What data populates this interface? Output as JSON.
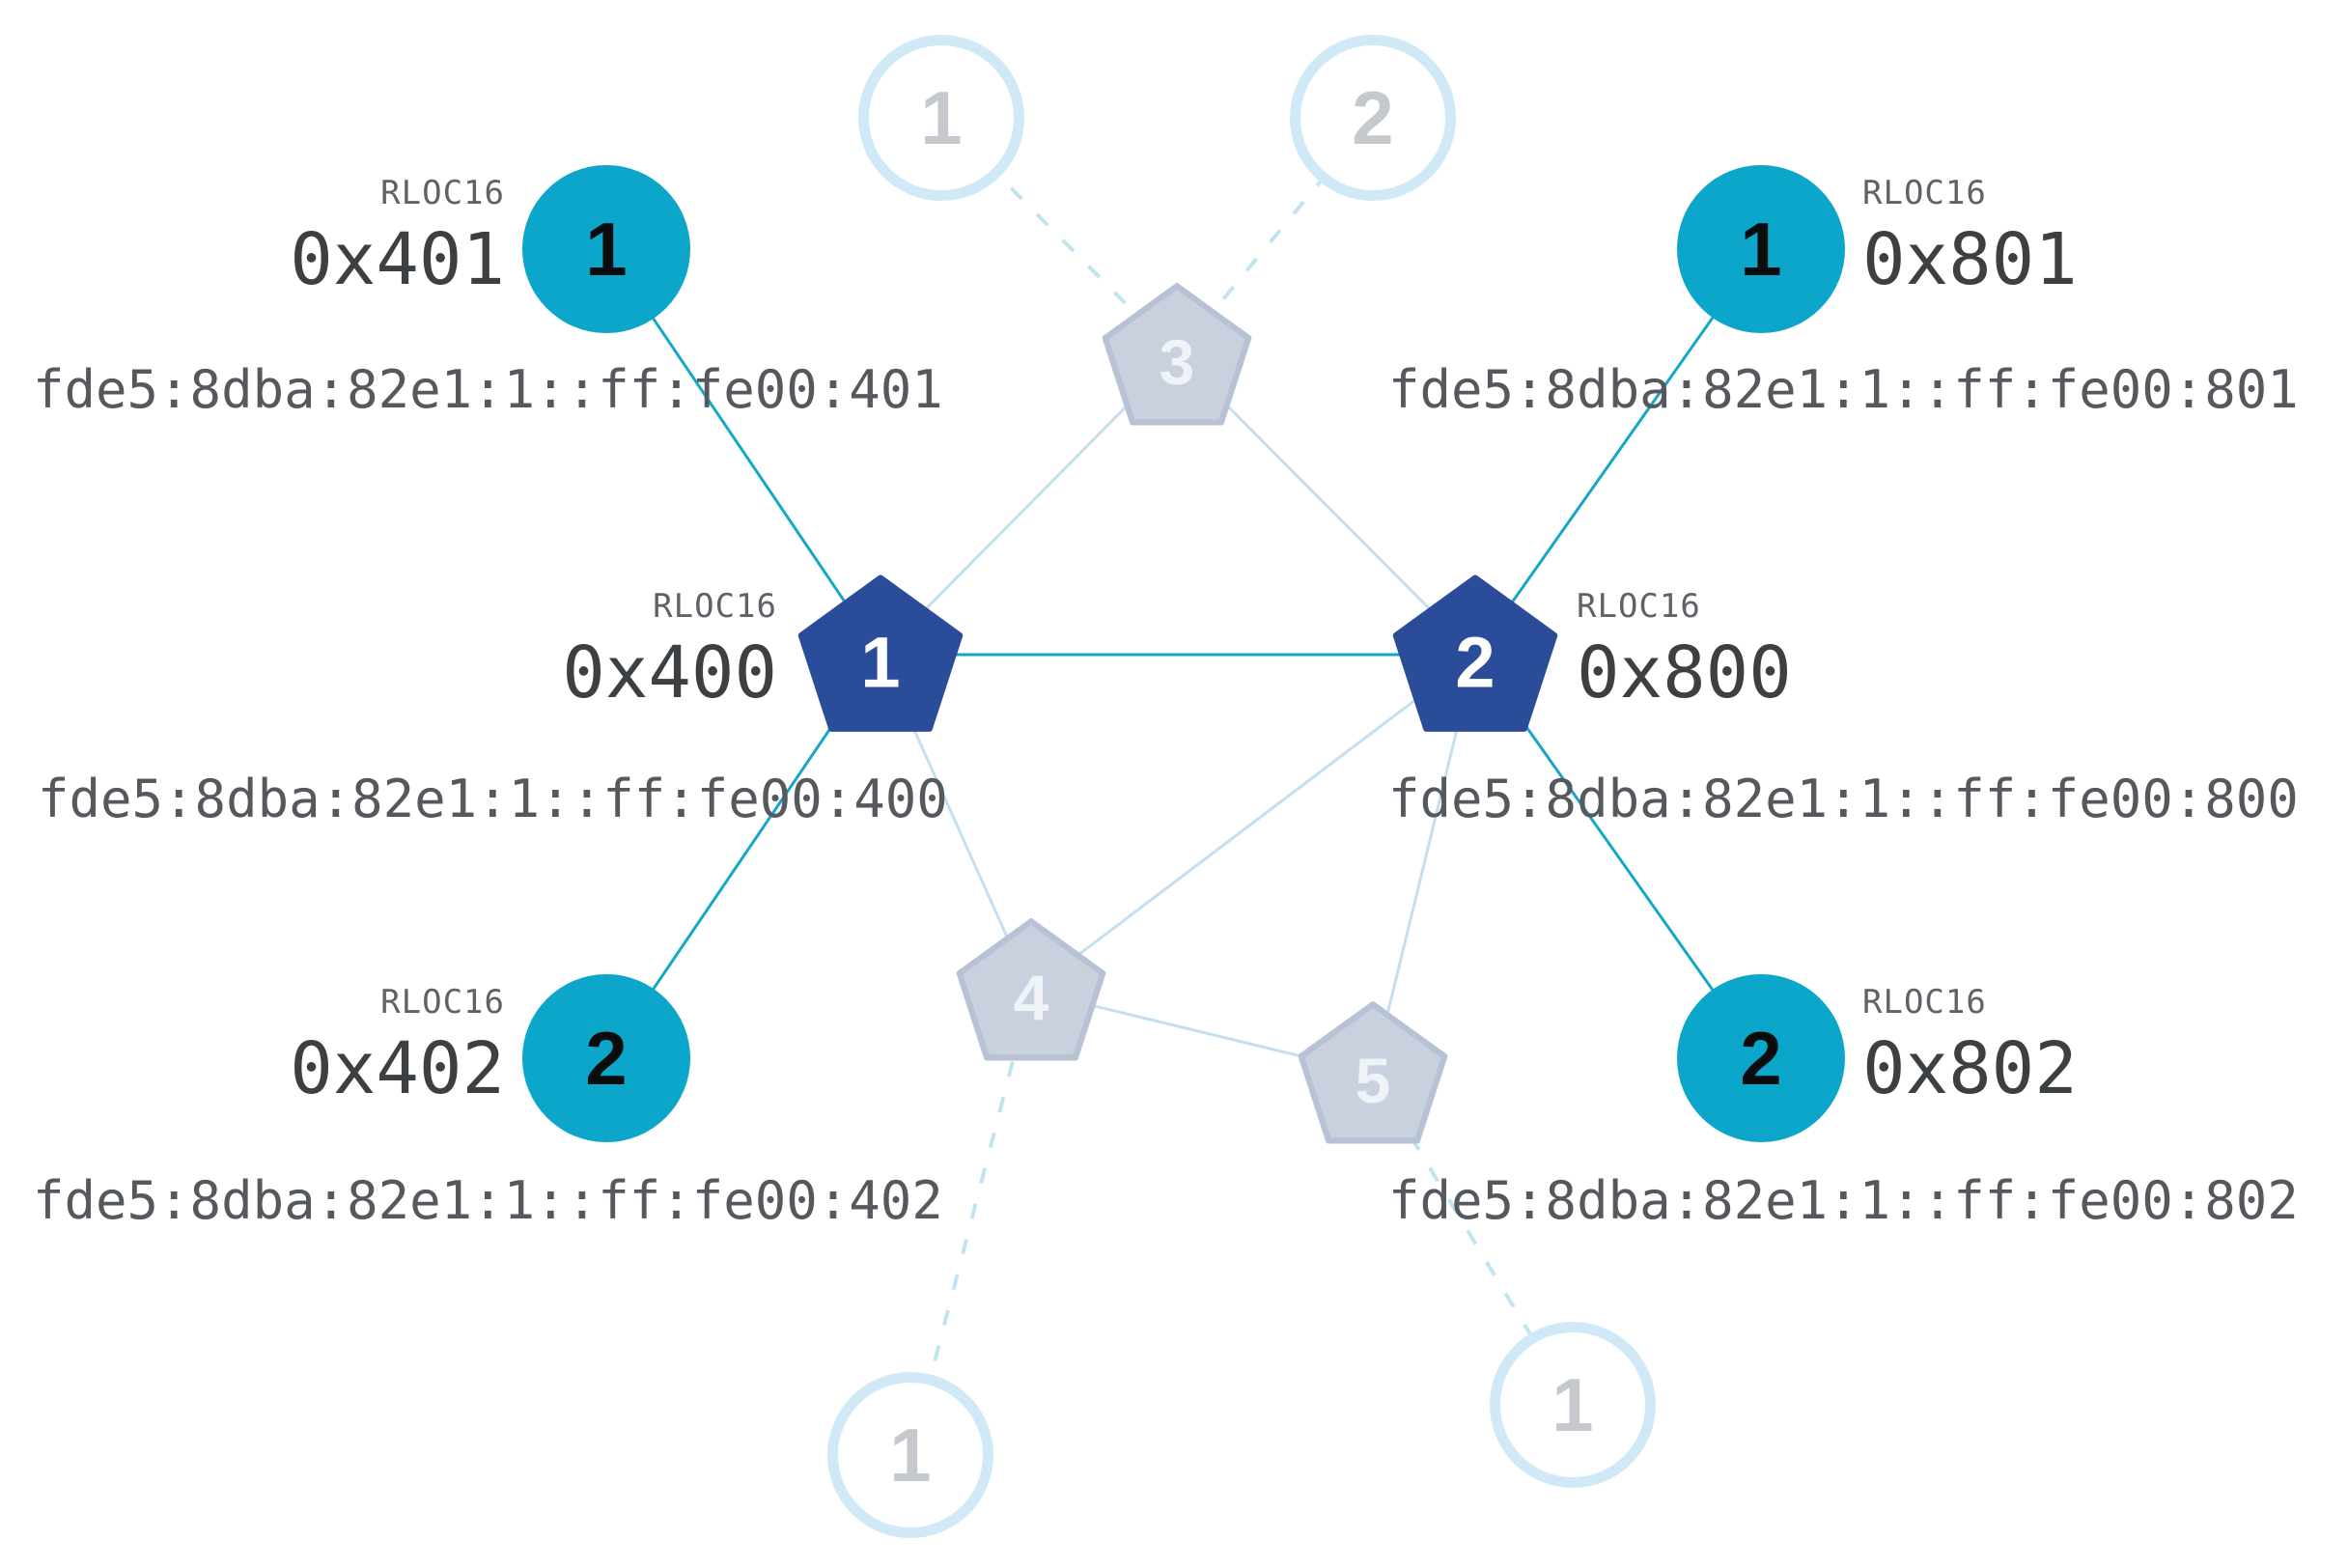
{
  "labels": {
    "rloc16": "RLOC16"
  },
  "routers": [
    {
      "label": "1",
      "rloc16": "0x400",
      "ipv6": "fde5:8dba:82e1:1::ff:fe00:400"
    },
    {
      "label": "2",
      "rloc16": "0x800",
      "ipv6": "fde5:8dba:82e1:1::ff:fe00:800"
    }
  ],
  "children": [
    {
      "label": "1",
      "rloc16": "0x401",
      "ipv6": "fde5:8dba:82e1:1::ff:fe00:401"
    },
    {
      "label": "2",
      "rloc16": "0x402",
      "ipv6": "fde5:8dba:82e1:1::ff:fe00:402"
    },
    {
      "label": "1",
      "rloc16": "0x801",
      "ipv6": "fde5:8dba:82e1:1::ff:fe00:801"
    },
    {
      "label": "2",
      "rloc16": "0x802",
      "ipv6": "fde5:8dba:82e1:1::ff:fe00:802"
    }
  ],
  "faded_routers": [
    {
      "label": "3"
    },
    {
      "label": "4"
    },
    {
      "label": "5"
    }
  ],
  "faded_children": [
    {
      "label": "1"
    },
    {
      "label": "2"
    },
    {
      "label": "1"
    },
    {
      "label": "1"
    }
  ],
  "colors": {
    "router_fill": "#2b4d99",
    "child_fill": "#0ba6c9",
    "active_link": "#14a7c8",
    "mesh_link": "#c3dff0",
    "dashed_link": "#c2e4f0",
    "faded_router_fill": "#c9d1df",
    "faded_child_border": "#cfeaf6"
  }
}
